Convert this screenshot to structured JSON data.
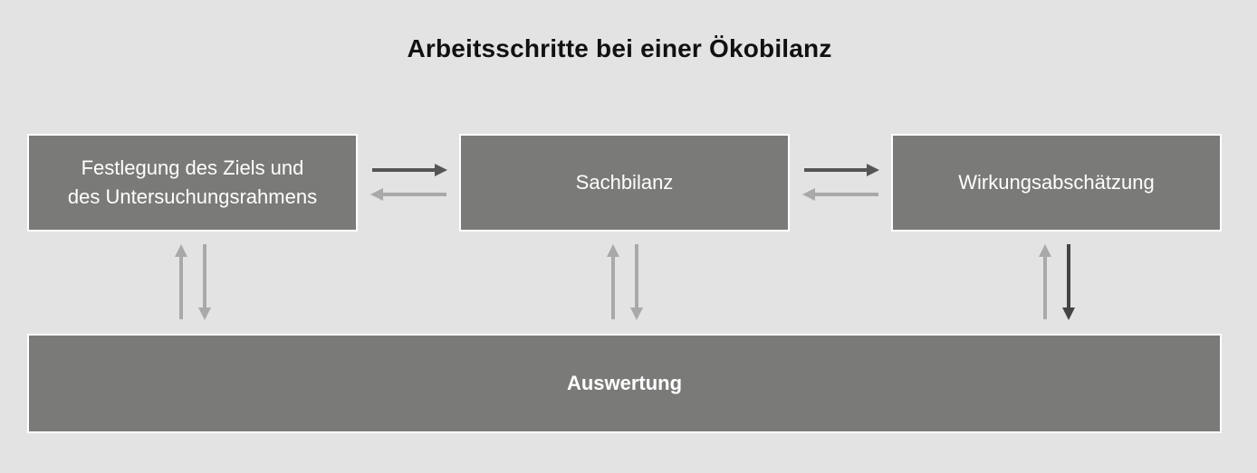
{
  "title": "Arbeitsschritte bei einer Ökobilanz",
  "colors": {
    "background": "#e3e3e3",
    "box_fill": "#7a7a78",
    "box_border": "#ffffff",
    "arrow_dark": "#555555",
    "arrow_light": "#a9a9a9"
  },
  "boxes": {
    "ziel": {
      "line1": "Festlegung des Ziels und",
      "line2": "des Untersuchungsrahmens"
    },
    "sach": {
      "label": "Sachbilanz"
    },
    "wirk": {
      "label": "Wirkungsabschätzung"
    },
    "ausw": {
      "label": "Auswertung"
    }
  }
}
